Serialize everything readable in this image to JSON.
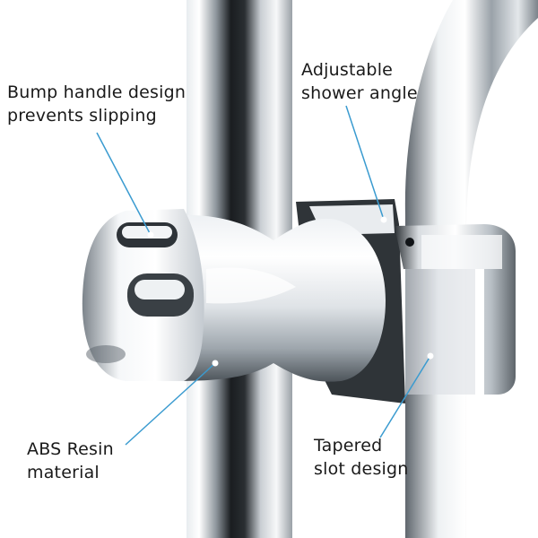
{
  "product_image": {
    "subject": "chrome shower rail slider bracket holding a handheld shower hose",
    "colors": {
      "background": "#ffffff",
      "chrome_light": "#f4f6f8",
      "chrome_mid": "#b9c0c7",
      "chrome_dark": "#1e2226",
      "callout_line": "#3a9bd0",
      "text": "#1a1a1a"
    }
  },
  "callouts": {
    "bump_handle": {
      "line1": "Bump handle design",
      "line2": "prevents slipping"
    },
    "adjustable_angle": {
      "line1": "Adjustable",
      "line2": "shower angle"
    },
    "abs_resin": {
      "line1": "ABS Resin",
      "line2": "material"
    },
    "tapered_slot": {
      "line1": "Tapered",
      "line2": "slot design"
    }
  }
}
